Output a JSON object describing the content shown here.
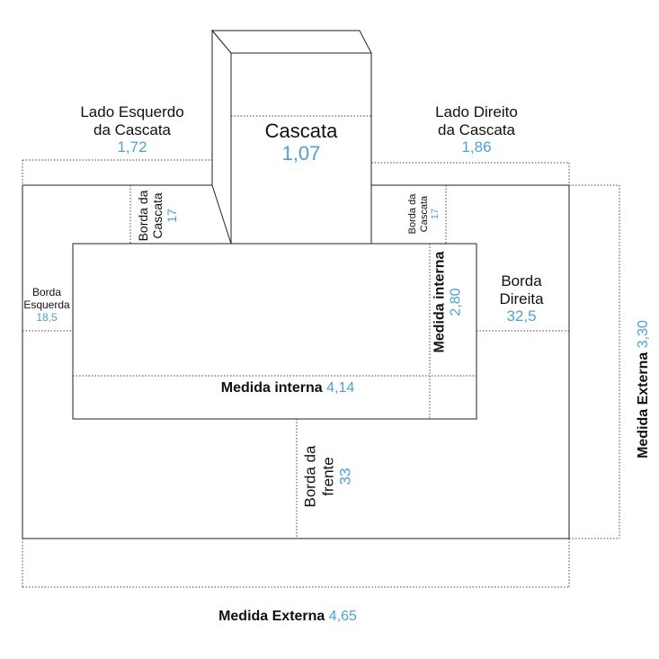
{
  "colors": {
    "line": "#222222",
    "dotted": "#444444",
    "accent": "#4aa3df",
    "text": "#111111"
  },
  "cascata": {
    "label": "Cascata",
    "value": "1,07"
  },
  "left_cascata": {
    "line1": "Lado Esquerdo",
    "line2": "da Cascata",
    "value": "1,72"
  },
  "right_cascata": {
    "line1": "Lado Direito",
    "line2": "da Cascata",
    "value": "1,86"
  },
  "borda_cascata_left": {
    "line1": "Borda da",
    "line2": "Cascata",
    "value": "17"
  },
  "borda_cascata_right": {
    "line1": "Borda da",
    "line2": "Cascata",
    "value": "17"
  },
  "borda_esquerda": {
    "line1": "Borda",
    "line2": "Esquerda",
    "value": "18,5"
  },
  "borda_direita": {
    "line1": "Borda",
    "line2": "Direita",
    "value": "32,5"
  },
  "medida_interna_vertical": {
    "label": "Medida interna",
    "value": "2,80"
  },
  "medida_interna_horizontal": {
    "label": "Medida interna",
    "value": "4,14"
  },
  "borda_frente": {
    "line1": "Borda da",
    "line2": "frente",
    "value": "33"
  },
  "medida_externa_vertical": {
    "label": "Medida Externa",
    "value": "3,30"
  },
  "medida_externa_horizontal": {
    "label": "Medida Externa",
    "value": "4,65"
  }
}
